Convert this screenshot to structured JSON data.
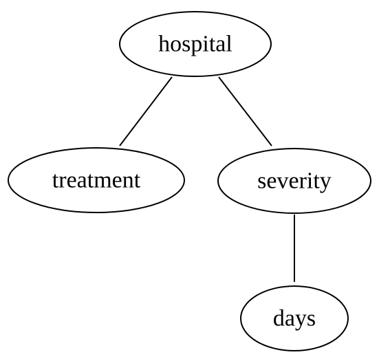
{
  "diagram": {
    "type": "undirected-graph",
    "nodes": [
      {
        "id": "hospital",
        "label": "hospital"
      },
      {
        "id": "treatment",
        "label": "treatment"
      },
      {
        "id": "severity",
        "label": "severity"
      },
      {
        "id": "days",
        "label": "days"
      }
    ],
    "edges": [
      {
        "from": "hospital",
        "to": "treatment"
      },
      {
        "from": "hospital",
        "to": "severity"
      },
      {
        "from": "severity",
        "to": "days"
      }
    ]
  },
  "colors": {
    "stroke": "#000000",
    "fill": "#ffffff",
    "text": "#000000"
  }
}
